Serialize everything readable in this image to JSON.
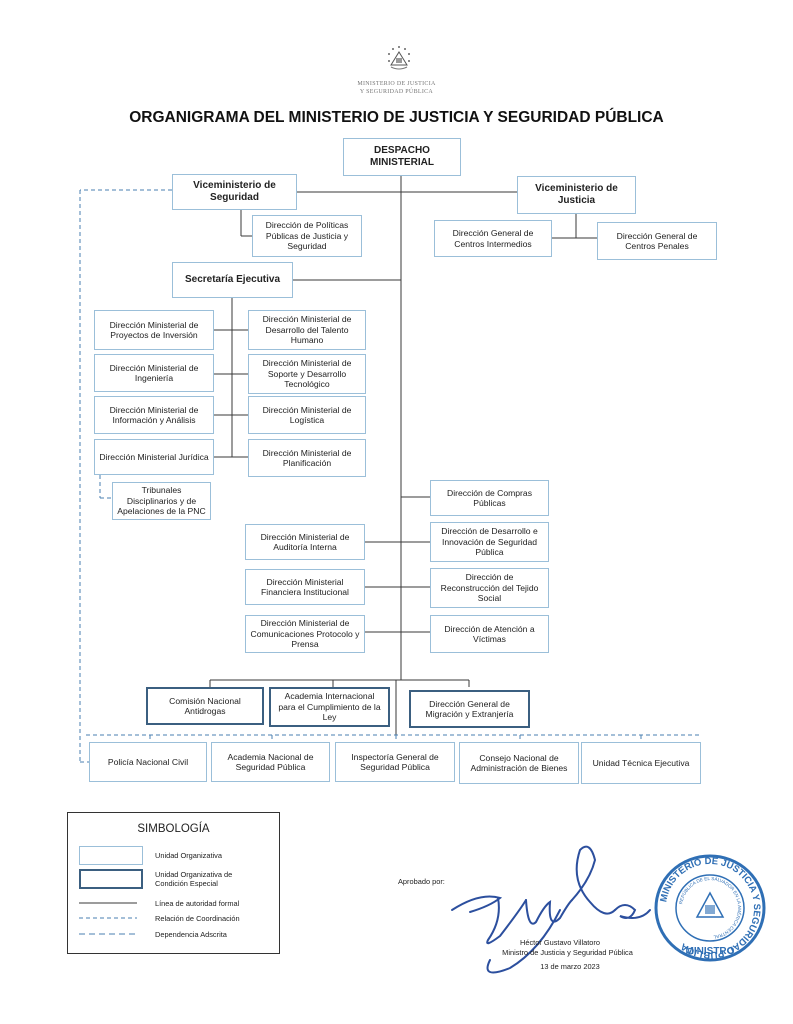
{
  "header": {
    "org_line1": "MINISTERIO DE JUSTICIA",
    "org_line2": "Y SEGURIDAD PÚBLICA"
  },
  "title": "ORGANIGRAMA DEL MINISTERIO DE JUSTICIA Y SEGURIDAD PÚBLICA",
  "units": {
    "despacho": "DESPACHO MINISTERIAL",
    "vice_seguridad": "Viceministerio de Seguridad",
    "vice_justicia": "Viceministerio de Justicia",
    "dir_politicas": "Dirección de Políticas Públicas de Justicia y Seguridad",
    "dg_centros_intermedios": "Dirección General de Centros Intermedios",
    "dg_centros_penales": "Dirección General de Centros Penales",
    "secretaria": "Secretaría Ejecutiva",
    "dm_proyectos": "Dirección Ministerial de Proyectos de Inversión",
    "dm_talento": "Dirección Ministerial de Desarrollo del Talento Humano",
    "dm_ingenieria": "Dirección Ministerial de Ingeniería",
    "dm_soporte": "Dirección Ministerial de Soporte y Desarrollo Tecnológico",
    "dm_informacion": "Dirección Ministerial de Información y Análisis",
    "dm_logistica": "Dirección Ministerial de Logística",
    "dm_juridica": "Dirección Ministerial Jurídica",
    "dm_planificacion": "Dirección Ministerial de Planificación",
    "tribunales": "Tribunales Disciplinarios y de Apelaciones de la PNC",
    "dir_compras": "Dirección de Compras Públicas",
    "dm_auditoria": "Dirección Ministerial de Auditoría Interna",
    "dir_innovacion": "Dirección de Desarrollo e Innovación de Seguridad Pública",
    "dm_financiera": "Dirección Ministerial Financiera Institucional",
    "dir_tejido": "Dirección de Reconstrucción del Tejido Social",
    "dm_comunicaciones": "Dirección Ministerial de Comunicaciones Protocolo y Prensa",
    "dir_victimas": "Dirección de Atención a Víctimas",
    "comision_antidrogas": "Comisión Nacional Antidrogas",
    "academia_internacional": "Academia Internacional para el Cumplimiento de la Ley",
    "dg_migracion": "Dirección General de Migración y Extranjería",
    "pnc": "Policía Nacional Civil",
    "academia_nacional": "Academia Nacional de Seguridad Pública",
    "inspectoria": "Inspectoría General de Seguridad Pública",
    "consejo_bienes": "Consejo Nacional de Administración de Bienes",
    "unidad_tecnica": "Unidad Técnica Ejecutiva"
  },
  "legend": {
    "title": "SIMBOLOGÍA",
    "unidad_organizativa": "Unidad Organizativa",
    "condicion_especial": "Unidad Organizativa de Condición Especial",
    "autoridad_formal": "Línea de autoridad formal",
    "coordinacion": "Relación de Coordinación",
    "adscrita": "Dependencia Adscrita"
  },
  "approval": {
    "label": "Aprobado por:",
    "name": "Héctor Gustavo Villatoro",
    "role": "Ministro de Justicia y Seguridad Pública",
    "date": "13 de marzo 2023"
  },
  "seal": {
    "outer_text": "MINISTERIO DE JUSTICIA Y SEGURIDAD PÚBLICA",
    "inner_text": "REPÚBLICA DE EL SALVADOR EN LA AMÉRICA CENTRAL",
    "bottom_text": "MINISTRO"
  },
  "colors": {
    "box_border": "#9bbfd9",
    "special_border": "#3b5f80",
    "line": "#3a3a3a",
    "dashed": "#4a7fb0",
    "stamp": "#2f6fb5",
    "signature": "#2c4f9e"
  }
}
